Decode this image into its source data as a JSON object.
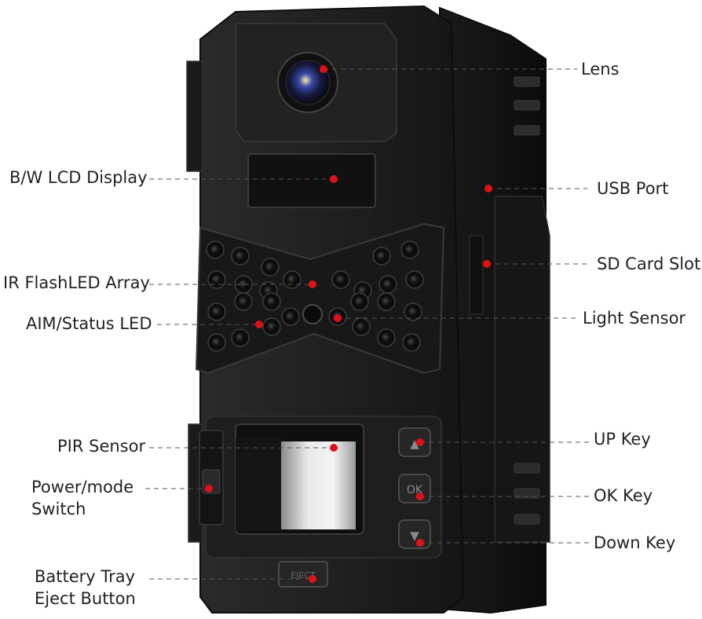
{
  "diagram": {
    "subject": "trail camera",
    "label_color": "#222222",
    "marker_color": "#e0101a",
    "body_color": "#1c1c1c",
    "labels": {
      "lens": "Lens",
      "usb_port": "USB Port",
      "sd_card_slot": "SD Card Slot",
      "light_sensor": "Light Sensor",
      "up_key": "UP Key",
      "ok_key": "OK Key",
      "down_key": "Down Key",
      "lcd_display": "B/W LCD Display",
      "ir_flash_array": "IR FlashLED Array",
      "aim_status_led": "AIM/Status LED",
      "pir_sensor": "PIR Sensor",
      "power_switch_line1": "Power/mode",
      "power_switch_line2": "Switch",
      "battery_eject_line1": "Battery Tray",
      "battery_eject_line2": "Eject Button"
    },
    "key_glyphs": {
      "up": "▲",
      "ok": "OK",
      "down": "▼"
    },
    "eject_glyph": "EJECT"
  }
}
